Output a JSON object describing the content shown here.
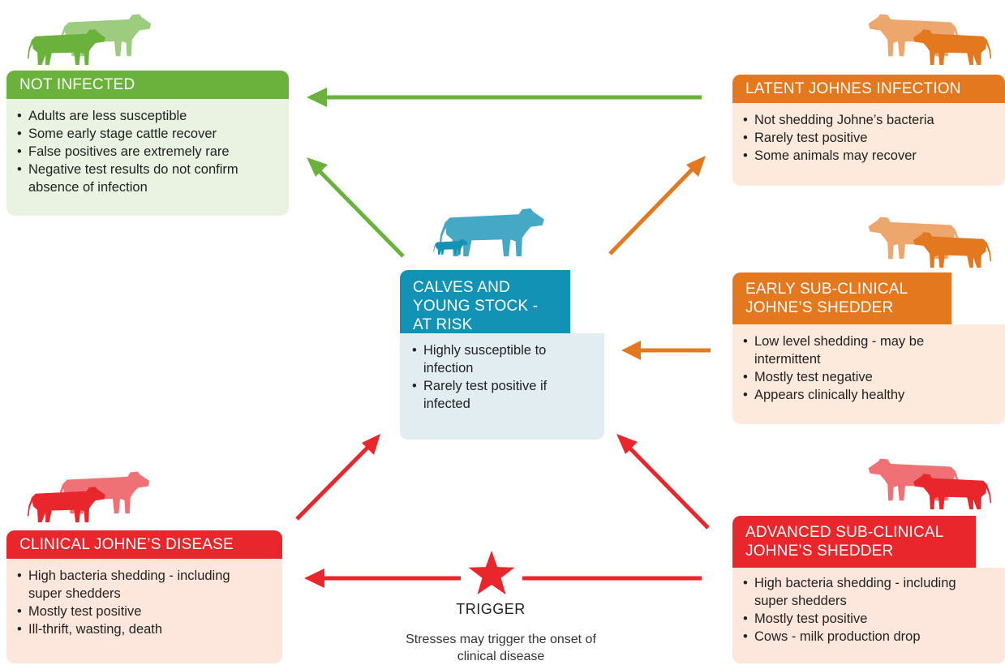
{
  "colors": {
    "green": "#6ab23c",
    "orange": "#e4781e",
    "red": "#e8262c",
    "blue": "#1292b5"
  },
  "boxes": {
    "not_infected": {
      "title": "NOT INFECTED",
      "items": [
        "Adults are less susceptible",
        "Some early stage cattle recover",
        "False positives are extremely rare",
        "Negative test results do not confirm absence of infection"
      ]
    },
    "latent": {
      "title": "LATENT JOHNES INFECTION",
      "items": [
        "Not shedding Johne’s bacteria",
        "Rarely test positive",
        "Some animals may recover"
      ]
    },
    "calves": {
      "title": "CALVES AND YOUNG STOCK - AT RISK",
      "items": [
        "Highly susceptible to infection",
        "Rarely test positive if infected"
      ]
    },
    "early": {
      "title": "EARLY SUB-CLINICAL JOHNE’S SHEDDER",
      "items": [
        "Low level shedding - may be intermittent",
        "Mostly test negative",
        "Appears clinically healthy"
      ]
    },
    "clinical": {
      "title": "CLINICAL JOHNE’S DISEASE",
      "items": [
        "High bacteria shedding - including super shedders",
        "Mostly test positive",
        "Ill-thrift, wasting, death"
      ]
    },
    "advanced": {
      "title": "ADVANCED SUB-CLINICAL JOHNE’S SHEDDER",
      "items": [
        "High bacteria shedding - including super shedders",
        "Mostly test positive",
        "Cows - milk production drop"
      ]
    }
  },
  "trigger": {
    "title": "TRIGGER",
    "description": "Stresses may trigger the onset of clinical disease"
  },
  "icons": [
    "cattle-pair-icon",
    "cow-and-calf-icon",
    "star-icon",
    "arrow-icon"
  ]
}
